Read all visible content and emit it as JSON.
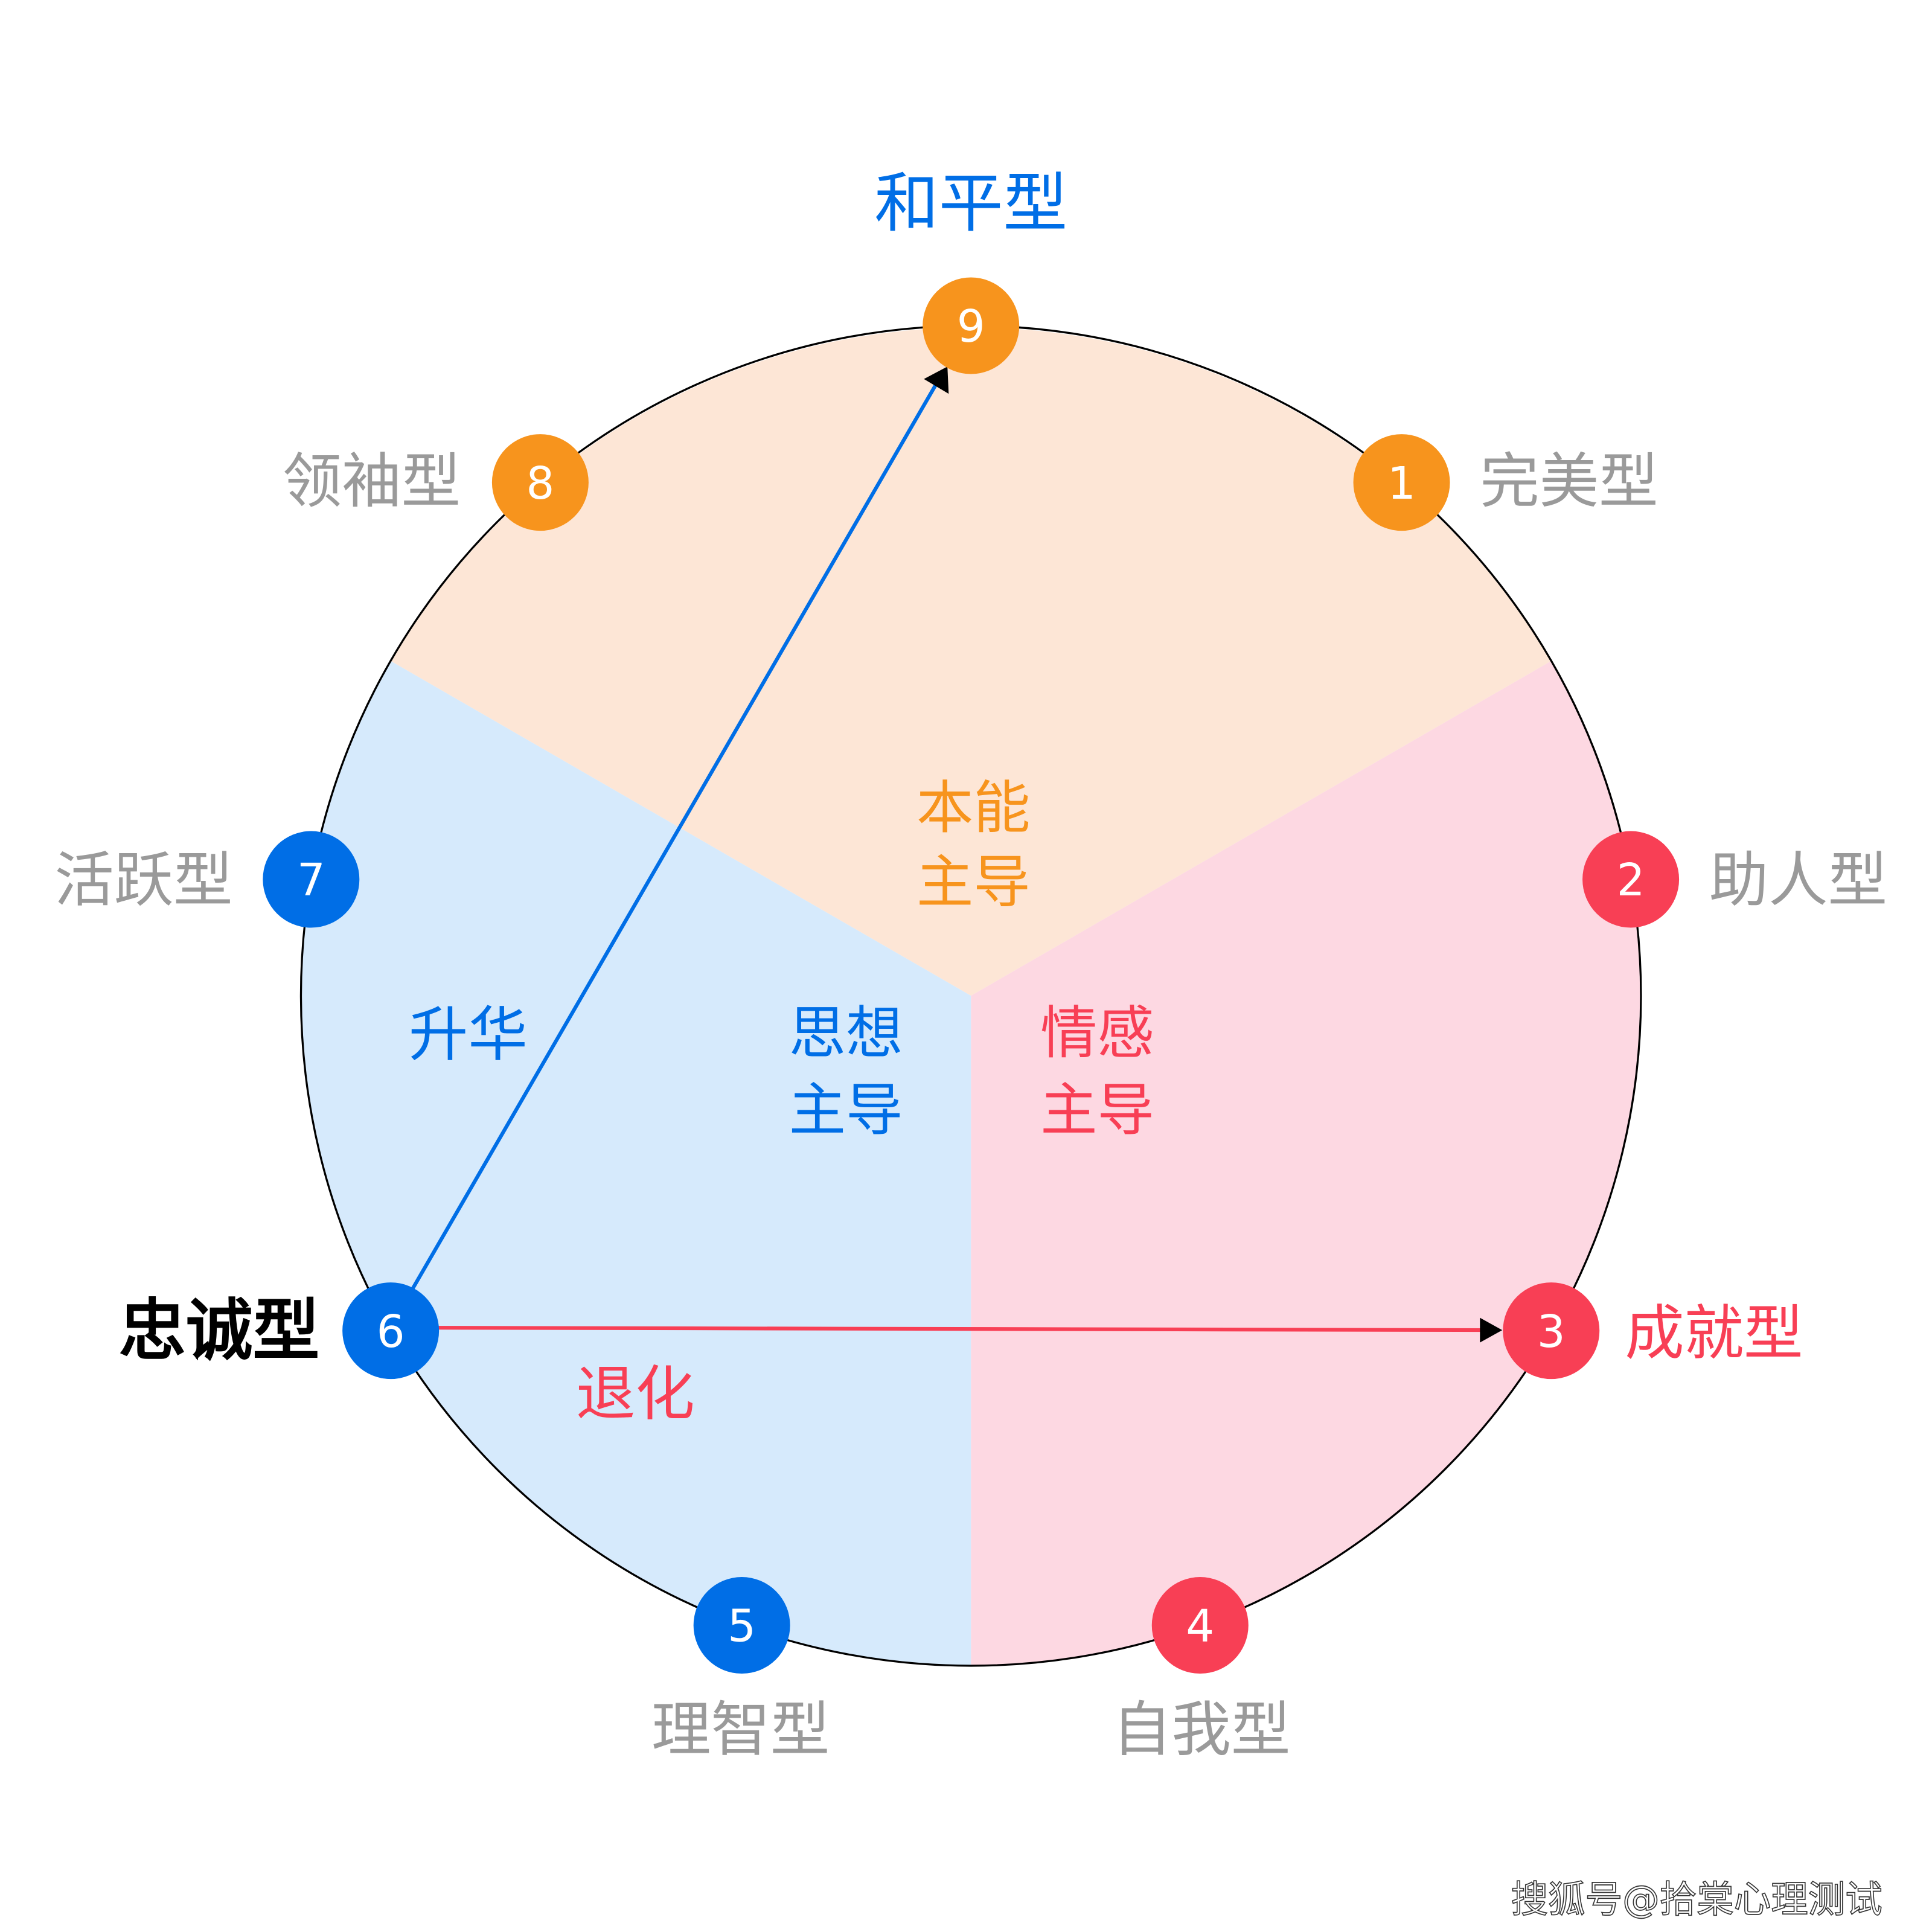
{
  "colors": {
    "orange": "#f7941d",
    "blue": "#006ee6",
    "red": "#f83f55",
    "gray": "#9a9a9a",
    "peach_fill": "#fde6d6",
    "blue_fill": "#d6eafc",
    "pink_fill": "#fdd8e2"
  },
  "nodes": [
    {
      "number": "9",
      "label": "和平型",
      "group": "orange",
      "label_color": "blue"
    },
    {
      "number": "1",
      "label": "完美型",
      "group": "orange",
      "label_color": "gray"
    },
    {
      "number": "2",
      "label": "助人型",
      "group": "red",
      "label_color": "gray"
    },
    {
      "number": "3",
      "label": "成就型",
      "group": "red",
      "label_color": "red"
    },
    {
      "number": "4",
      "label": "自我型",
      "group": "red",
      "label_color": "gray"
    },
    {
      "number": "5",
      "label": "理智型",
      "group": "blue",
      "label_color": "gray"
    },
    {
      "number": "6",
      "label": "忠诚型",
      "group": "blue",
      "label_color": "black"
    },
    {
      "number": "7",
      "label": "活跃型",
      "group": "blue",
      "label_color": "gray"
    },
    {
      "number": "8",
      "label": "领袖型",
      "group": "orange",
      "label_color": "gray"
    }
  ],
  "centers": {
    "instinct": [
      "本能",
      "主导"
    ],
    "thinking": [
      "思想",
      "主导"
    ],
    "feeling": [
      "情感",
      "主导"
    ]
  },
  "arrows": {
    "integration_label": "升华",
    "disintegration_label": "退化"
  },
  "watermark": "搜狐号@拾棠心理测试"
}
